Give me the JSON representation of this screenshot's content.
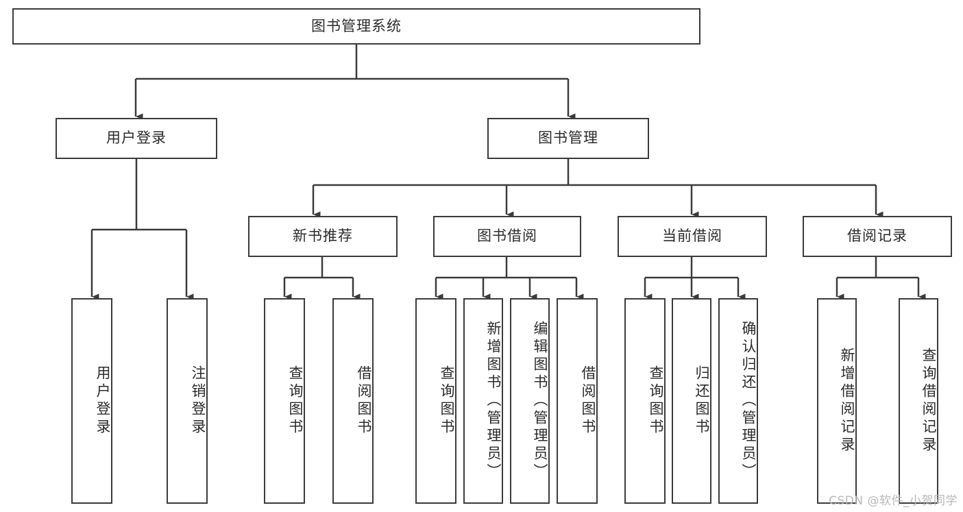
{
  "diagram": {
    "title": "图书管理系统",
    "type": "hierarchy-tree",
    "watermark": "CSDN @软件_小贺同学",
    "colors": {
      "box_border": "#3b3b3b",
      "box_fill": "#ffffff",
      "connector": "#3b3b3b",
      "text": "#2b2b2b",
      "watermark": "#b8b8b8",
      "background": "#ffffff"
    },
    "root": {
      "label": "图书管理系统"
    },
    "level2": [
      {
        "label": "用户登录"
      },
      {
        "label": "图书管理"
      }
    ],
    "level3": [
      {
        "label": "新书推荐"
      },
      {
        "label": "图书借阅"
      },
      {
        "label": "当前借阅"
      },
      {
        "label": "借阅记录"
      }
    ],
    "leaves": {
      "user_login": [
        {
          "label": "用户登录"
        },
        {
          "label": "注销登录"
        }
      ],
      "new_book_recommend": [
        {
          "label": "查询图书"
        },
        {
          "label": "借阅图书"
        }
      ],
      "book_borrow": [
        {
          "label": "查询图书"
        },
        {
          "label": "新增图书（管理员）"
        },
        {
          "label": "编辑图书（管理员）"
        },
        {
          "label": "借阅图书"
        }
      ],
      "current_borrow": [
        {
          "label": "查询图书"
        },
        {
          "label": "归还图书"
        },
        {
          "label": "确认归还（管理员）"
        }
      ],
      "borrow_record": [
        {
          "label": "新增借阅记录"
        },
        {
          "label": "查询借阅记录"
        }
      ]
    }
  }
}
